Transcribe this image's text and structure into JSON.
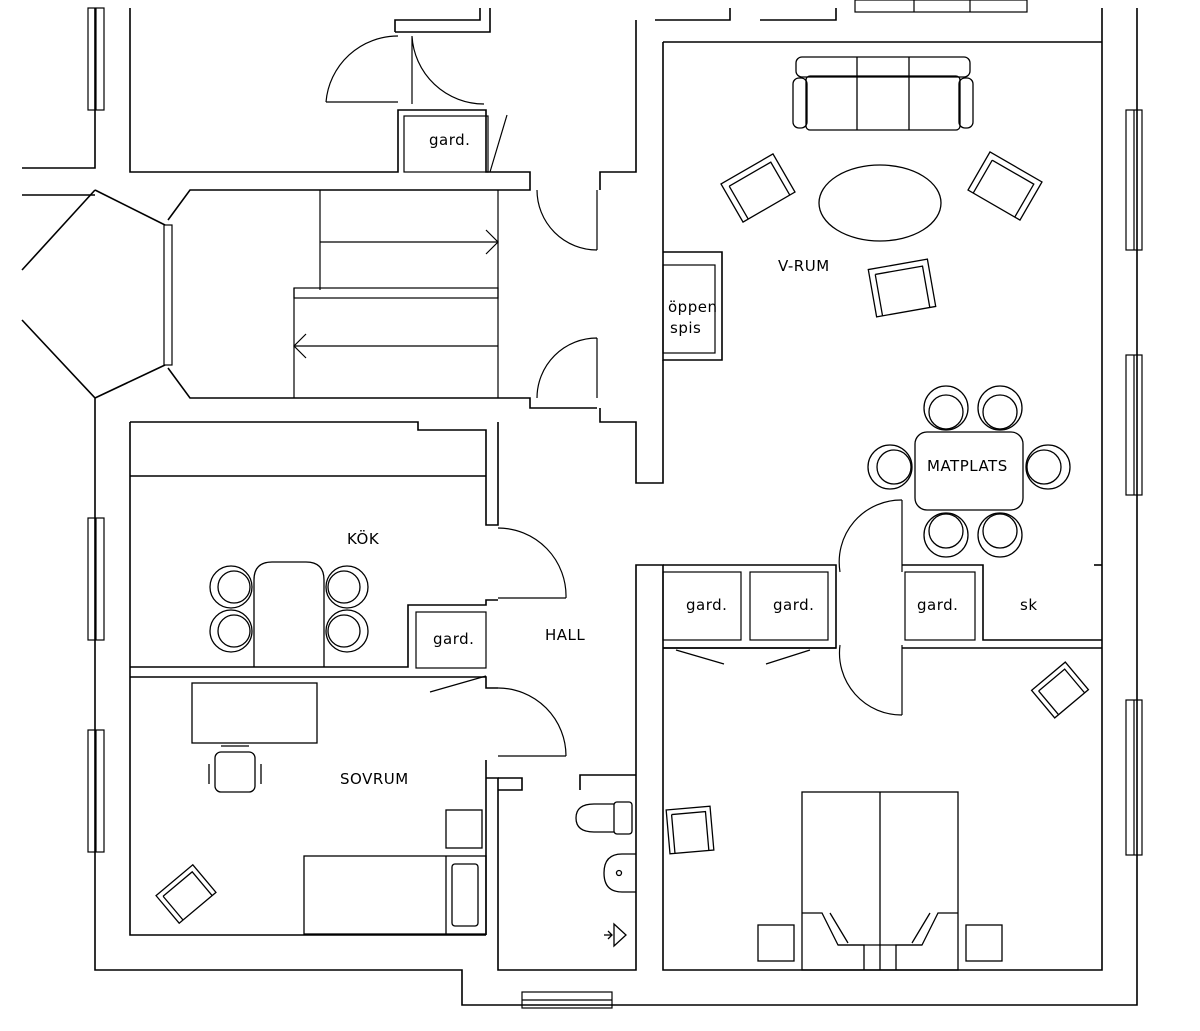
{
  "rooms": {
    "vrum": "V-RUM",
    "matplats": "MATPLATS",
    "kok": "KÖK",
    "hall": "HALL",
    "sovrum": "SOVRUM",
    "sk": "sk"
  },
  "closets": {
    "top": "gard.",
    "kitchen": "gard.",
    "hall_1": "gard.",
    "hall_2": "gard.",
    "bedroom": "gard."
  },
  "fireplace": {
    "line1": "öppen",
    "line2": "spis"
  }
}
